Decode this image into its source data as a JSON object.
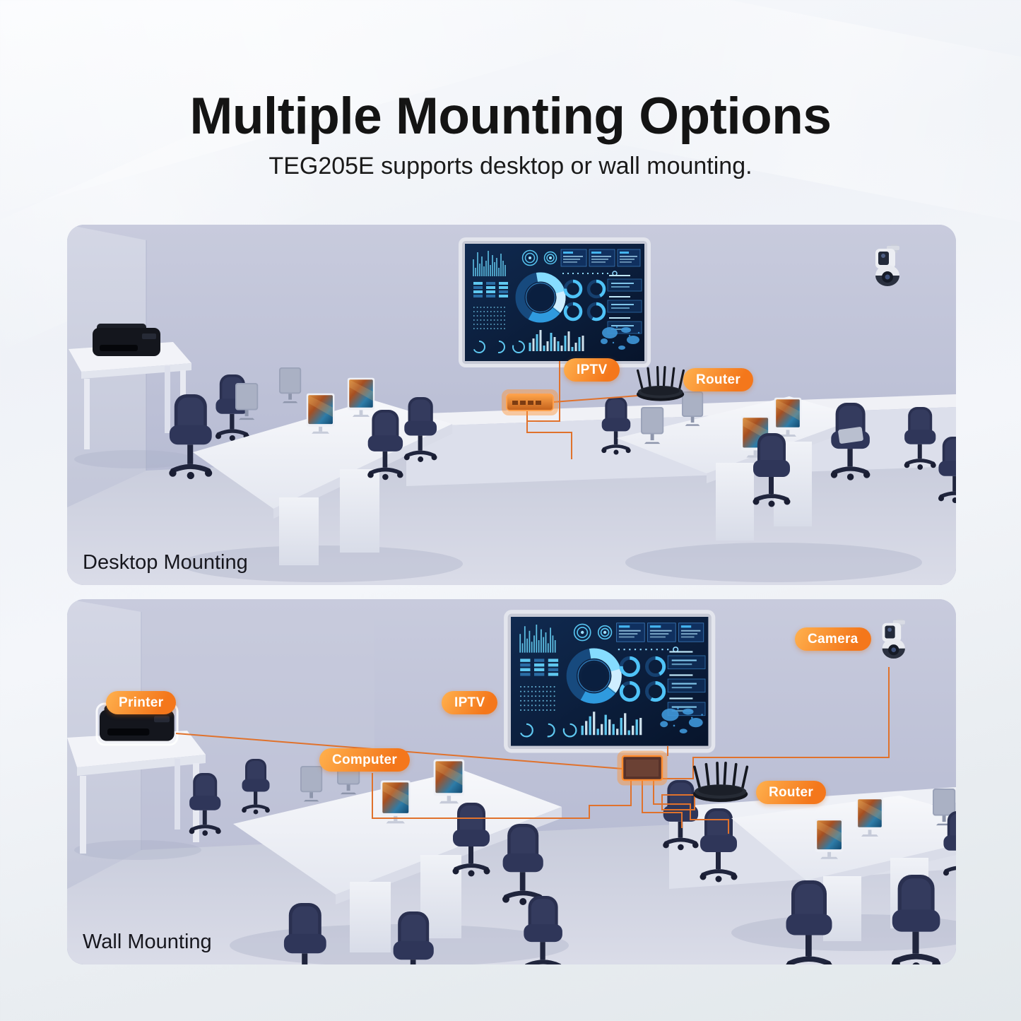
{
  "page": {
    "title": "Multiple Mounting Options",
    "subtitle": "TEG205E supports desktop or wall mounting."
  },
  "colors": {
    "label_orange": "#F4771B",
    "label_orange_light": "#FFB14E",
    "cable_orange": "#E0722C",
    "wall_lavender": "#B7BCD4",
    "floor_lavender": "#D2D6E3",
    "tv_screen_navy": "#0A1C3C",
    "dashboard_cyan": "#5FC8F0",
    "switch_highlight": "#FF9435"
  },
  "panel_desktop": {
    "caption": "Desktop Mounting",
    "labels": {
      "iptv": "IPTV",
      "router": "Router"
    }
  },
  "panel_wall": {
    "caption": "Wall Mounting",
    "labels": {
      "printer": "Printer",
      "iptv": "IPTV",
      "computer": "Computer",
      "camera": "Camera",
      "router": "Router"
    }
  }
}
